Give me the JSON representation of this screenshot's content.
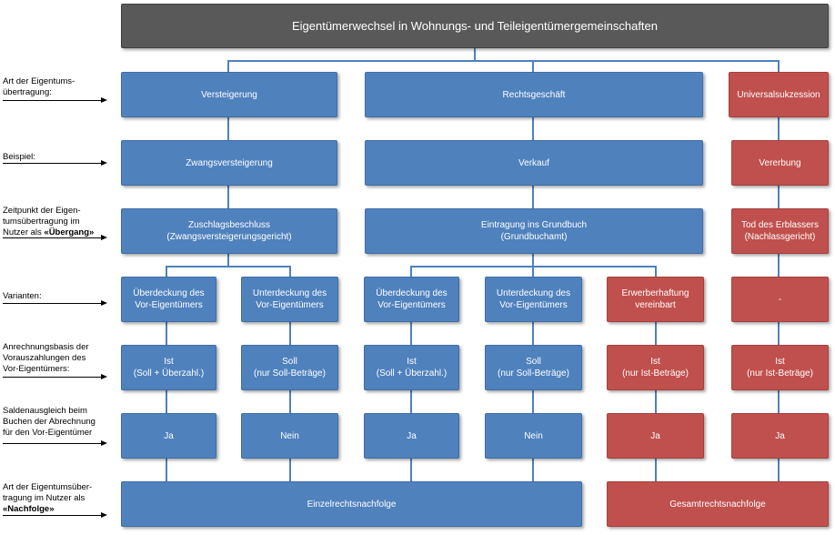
{
  "title": "Eigentümerwechsel in Wohnungs- und Teileigentümergemeinschaften",
  "labels": {
    "art_1": "Art der Eigentums-",
    "art_2": "übertragung:",
    "beispiel": "Beispiel:",
    "zeitpunkt_1": "Zeitpunkt der Eigen-",
    "zeitpunkt_2": "tumsübertragung im",
    "zeitpunkt_3_prefix": "Nutzer als ",
    "zeitpunkt_3_bold": "«Übergang»",
    "varianten": "Varianten:",
    "anrechnung_1": "Anrechnungsbasis der",
    "anrechnung_2": "Vorauszahlungen des",
    "anrechnung_3": "Vor-Eigentümers:",
    "saldo_1": "Saldenausgleich beim",
    "saldo_2": "Buchen der Abrechnung",
    "saldo_3": "für den Vor-Eigentümer",
    "nachfolge_1": "Art der Eigentumsüber-",
    "nachfolge_2": "tragung im Nutzer als",
    "nachfolge_3_bold": "«Nachfolge»"
  },
  "row_art": {
    "versteigerung": "Versteigerung",
    "rechtsgeschaeft": "Rechtsgeschäft",
    "universal": "Universalsukzession"
  },
  "row_beispiel": {
    "zwang": "Zwangsversteigerung",
    "verkauf": "Verkauf",
    "vererbung": "Vererbung"
  },
  "row_zeitpunkt": {
    "zuschlag_1": "Zuschlagsbeschluss",
    "zuschlag_2": "(Zwangsversteigerungsgericht)",
    "eintragung_1": "Eintragung ins Grundbuch",
    "eintragung_2": "(Grundbuchamt)",
    "tod_1": "Tod des Erblassers",
    "tod_2": "(Nachlassgericht)"
  },
  "row_varianten": {
    "ueber_1": "Überdeckung des",
    "ueber_2": "Vor-Eigentümers",
    "unter_1": "Unterdeckung des",
    "unter_2": "Vor-Eigentümers",
    "erwerber_1": "Erwerberhaftung",
    "erwerber_2": "vereinbart",
    "dash": "-"
  },
  "row_anrechnung": {
    "ist": "Ist",
    "soll": "Soll",
    "ist_detail": "(Soll + Überzahl.)",
    "soll_detail": "(nur Soll-Beträge)",
    "ist_only": "(nur Ist-Beträge)"
  },
  "row_saldo": {
    "ja": "Ja",
    "nein": "Nein"
  },
  "row_nachfolge": {
    "einzel": "Einzelrechtsnachfolge",
    "gesamt": "Gesamtrechtsnachfolge"
  },
  "colors": {
    "blue": "#4f81bd",
    "red": "#c0504d",
    "title": "#595959"
  }
}
